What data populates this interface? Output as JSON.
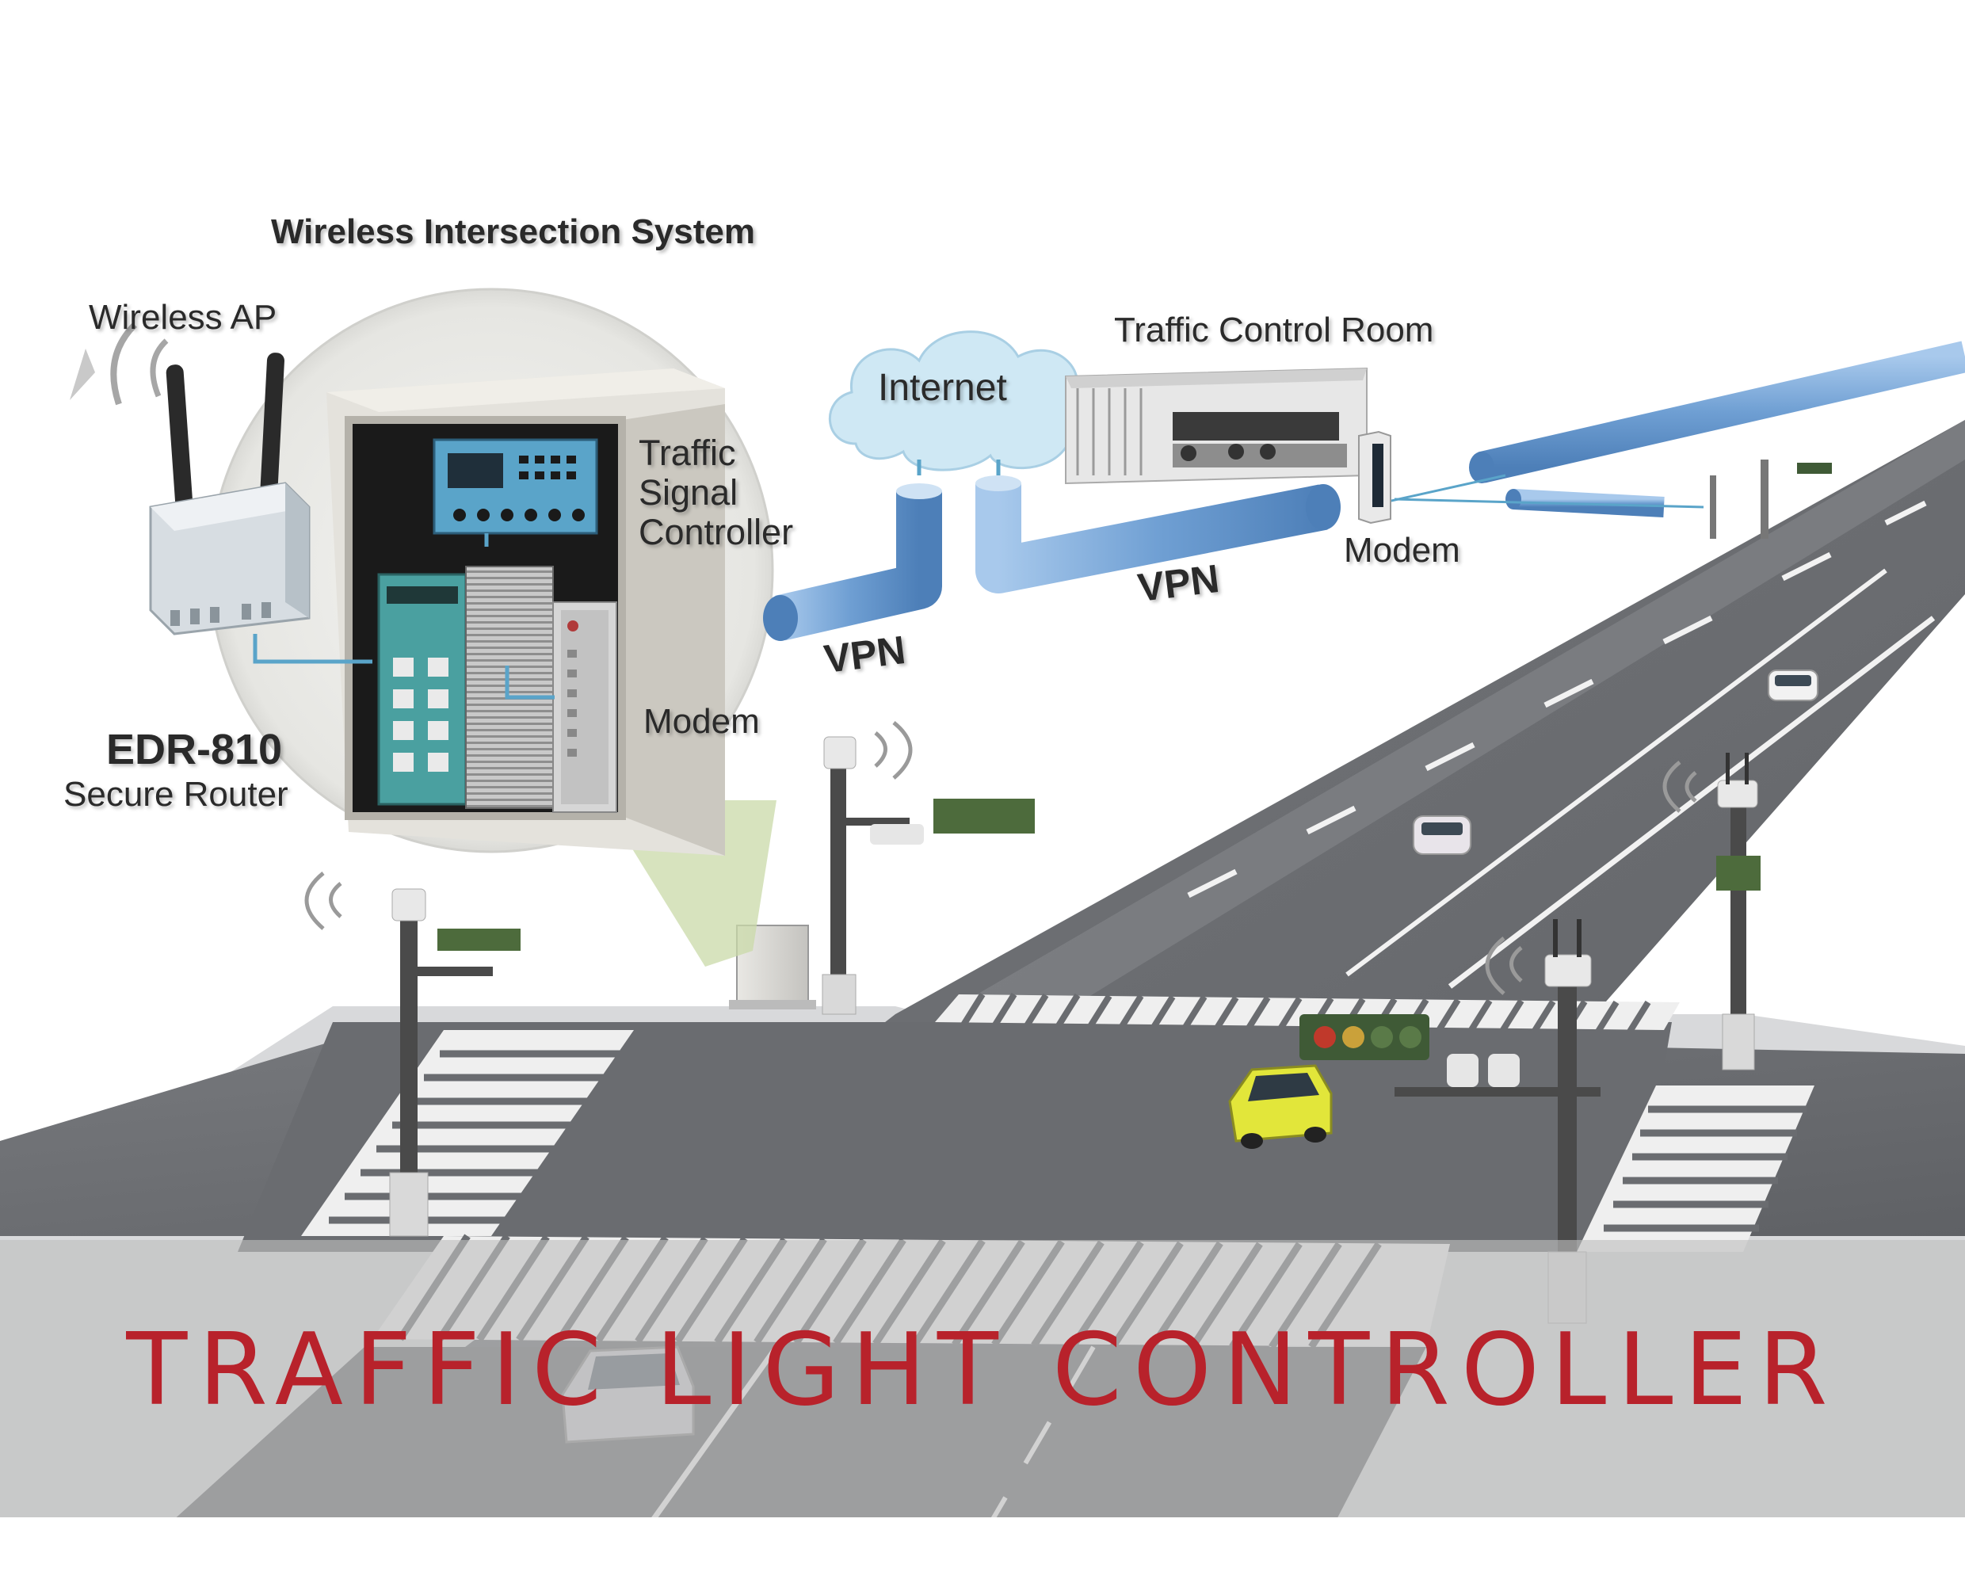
{
  "labels": {
    "system_title": "Wireless Intersection System",
    "wireless_ap": "Wireless AP",
    "traffic_signal_controller_line1": "Traffic",
    "traffic_signal_controller_line2": "Signal",
    "traffic_signal_controller_line3": "Controller",
    "modem_cabinet": "Modem",
    "router_model": "EDR-810",
    "router_desc": "Secure Router",
    "internet": "Internet",
    "vpn_left": "VPN",
    "vpn_middle": "VPN",
    "control_room": "Traffic Control Room",
    "modem_room": "Modem"
  },
  "banner": {
    "title": "TRAFFIC LIGHT CONTROLLER"
  },
  "colors": {
    "banner_text": "#b8222b",
    "pipe": "#7aa6d6",
    "road": "#6d6f73",
    "cloud": "#cfe8f4",
    "taxi": "#e2e63a"
  }
}
